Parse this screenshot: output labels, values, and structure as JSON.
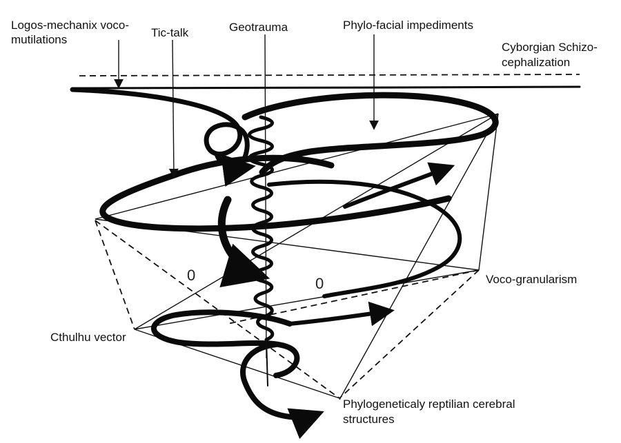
{
  "labels": {
    "logos_mechanix": [
      "Logos-mechanix voco-",
      "mutilations"
    ],
    "tic_talk": "Tic-talk",
    "geotrauma": "Geotrauma",
    "phylo_facial": "Phylo-facial impediments",
    "cyborgian": [
      "Cyborgian Schizo-",
      "cephalization"
    ],
    "voco_granularism": "Voco-granularism",
    "cthulhu_vector": "Cthulhu vector",
    "phylogeneticaly": [
      "Phylogeneticaly reptilian cerebral",
      "structures"
    ],
    "zero_left": "0",
    "zero_right": "0"
  },
  "colors": {
    "ink": "#0a0a0a",
    "background": "#ffffff"
  }
}
